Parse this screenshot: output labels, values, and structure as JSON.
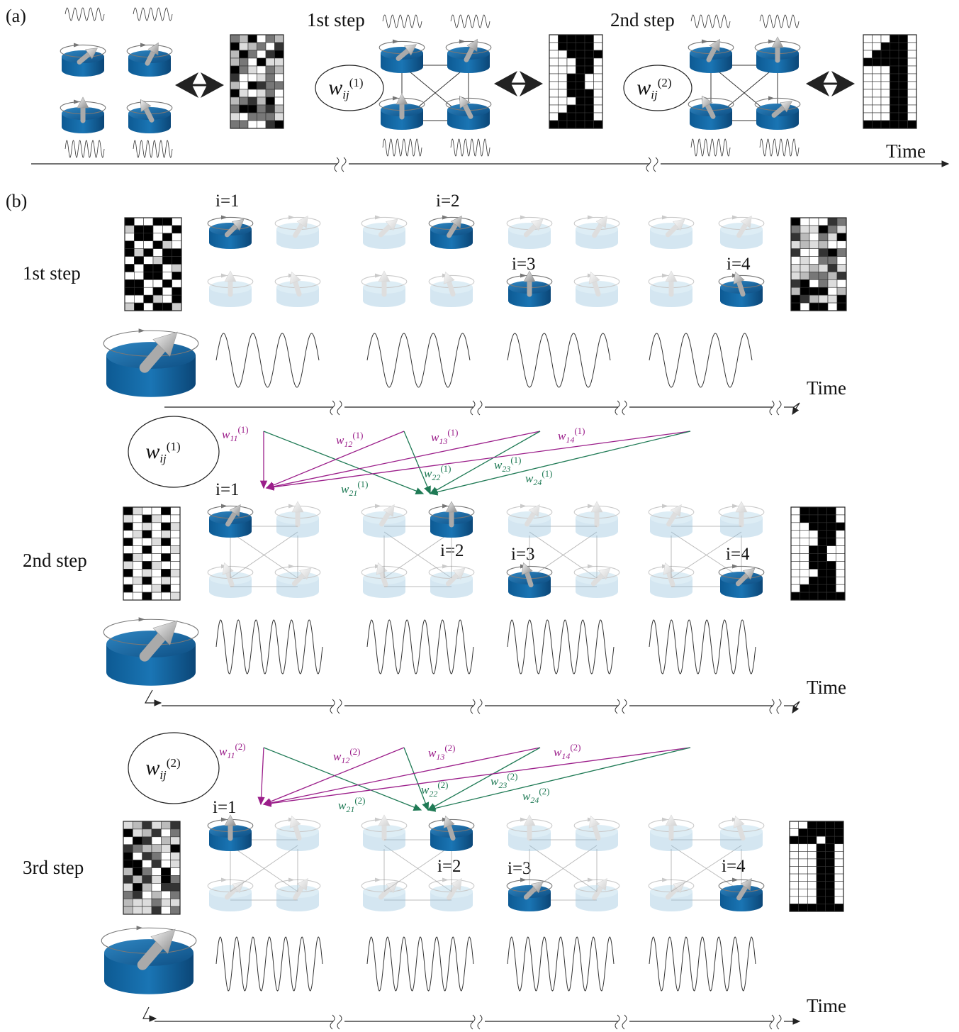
{
  "panels": {
    "a": "(a)",
    "b": "(b)"
  },
  "time_label": "Time",
  "panel_a": {
    "step1": "1st step",
    "step2": "2nd step",
    "weights": [
      {
        "base": "w",
        "sub": "ij",
        "sup": "(1)"
      },
      {
        "base": "w",
        "sub": "ij",
        "sup": "(2)"
      }
    ]
  },
  "panel_b": {
    "steps": [
      {
        "label": "1st step",
        "i_labels": [
          "i=1",
          "i=2",
          "i=3",
          "i=4"
        ],
        "weight": null
      },
      {
        "label": "2nd step",
        "i_labels": [
          "i=1",
          "i=2",
          "i=3",
          "i=4"
        ],
        "weight": {
          "base": "w",
          "sub": "ij",
          "sup": "(1)"
        },
        "magenta": [
          {
            "base": "w",
            "sub": "11",
            "sup": "(1)"
          },
          {
            "base": "w",
            "sub": "12",
            "sup": "(1)"
          },
          {
            "base": "w",
            "sub": "13",
            "sup": "(1)"
          },
          {
            "base": "w",
            "sub": "14",
            "sup": "(1)"
          }
        ],
        "green": [
          {
            "base": "w",
            "sub": "21",
            "sup": "(1)"
          },
          {
            "base": "w",
            "sub": "22",
            "sup": "(1)"
          },
          {
            "base": "w",
            "sub": "23",
            "sup": "(1)"
          },
          {
            "base": "w",
            "sub": "24",
            "sup": "(1)"
          }
        ]
      },
      {
        "label": "3rd step",
        "i_labels": [
          "i=1",
          "i=2",
          "i=3",
          "i=4"
        ],
        "weight": {
          "base": "w",
          "sub": "ij",
          "sup": "(2)"
        },
        "magenta": [
          {
            "base": "w",
            "sub": "11",
            "sup": "(2)"
          },
          {
            "base": "w",
            "sub": "12",
            "sup": "(2)"
          },
          {
            "base": "w",
            "sub": "13",
            "sup": "(2)"
          },
          {
            "base": "w",
            "sub": "14",
            "sup": "(2)"
          }
        ],
        "green": [
          {
            "base": "w",
            "sub": "21",
            "sup": "(2)"
          },
          {
            "base": "w",
            "sub": "22",
            "sup": "(2)"
          },
          {
            "base": "w",
            "sub": "23",
            "sup": "(2)"
          },
          {
            "base": "w",
            "sub": "24",
            "sup": "(2)"
          }
        ]
      }
    ]
  },
  "colors": {
    "oscillator_active": "#1a6aa5",
    "oscillator_faded": "#b5d6e8",
    "weight_magenta": "#9b1e8a",
    "weight_green": "#1f7a55"
  }
}
